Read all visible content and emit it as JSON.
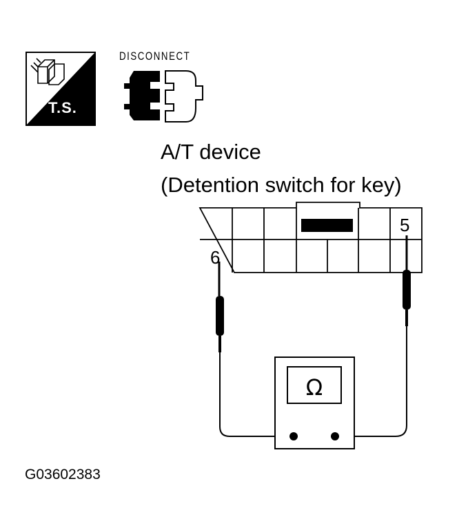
{
  "ts_badge": {
    "label": "T.S.",
    "icon": "troubleshooting-icon"
  },
  "disconnect": {
    "label": "DISCONNECT",
    "icon": "connector-disconnect-icon"
  },
  "device": {
    "line1": "A/T device",
    "line2": "(Detention switch for key)"
  },
  "terminals": {
    "left": "6",
    "right": "5"
  },
  "meter": {
    "symbol": "Ω",
    "icon": "ohmmeter-icon"
  },
  "figure_id": "G03602383"
}
